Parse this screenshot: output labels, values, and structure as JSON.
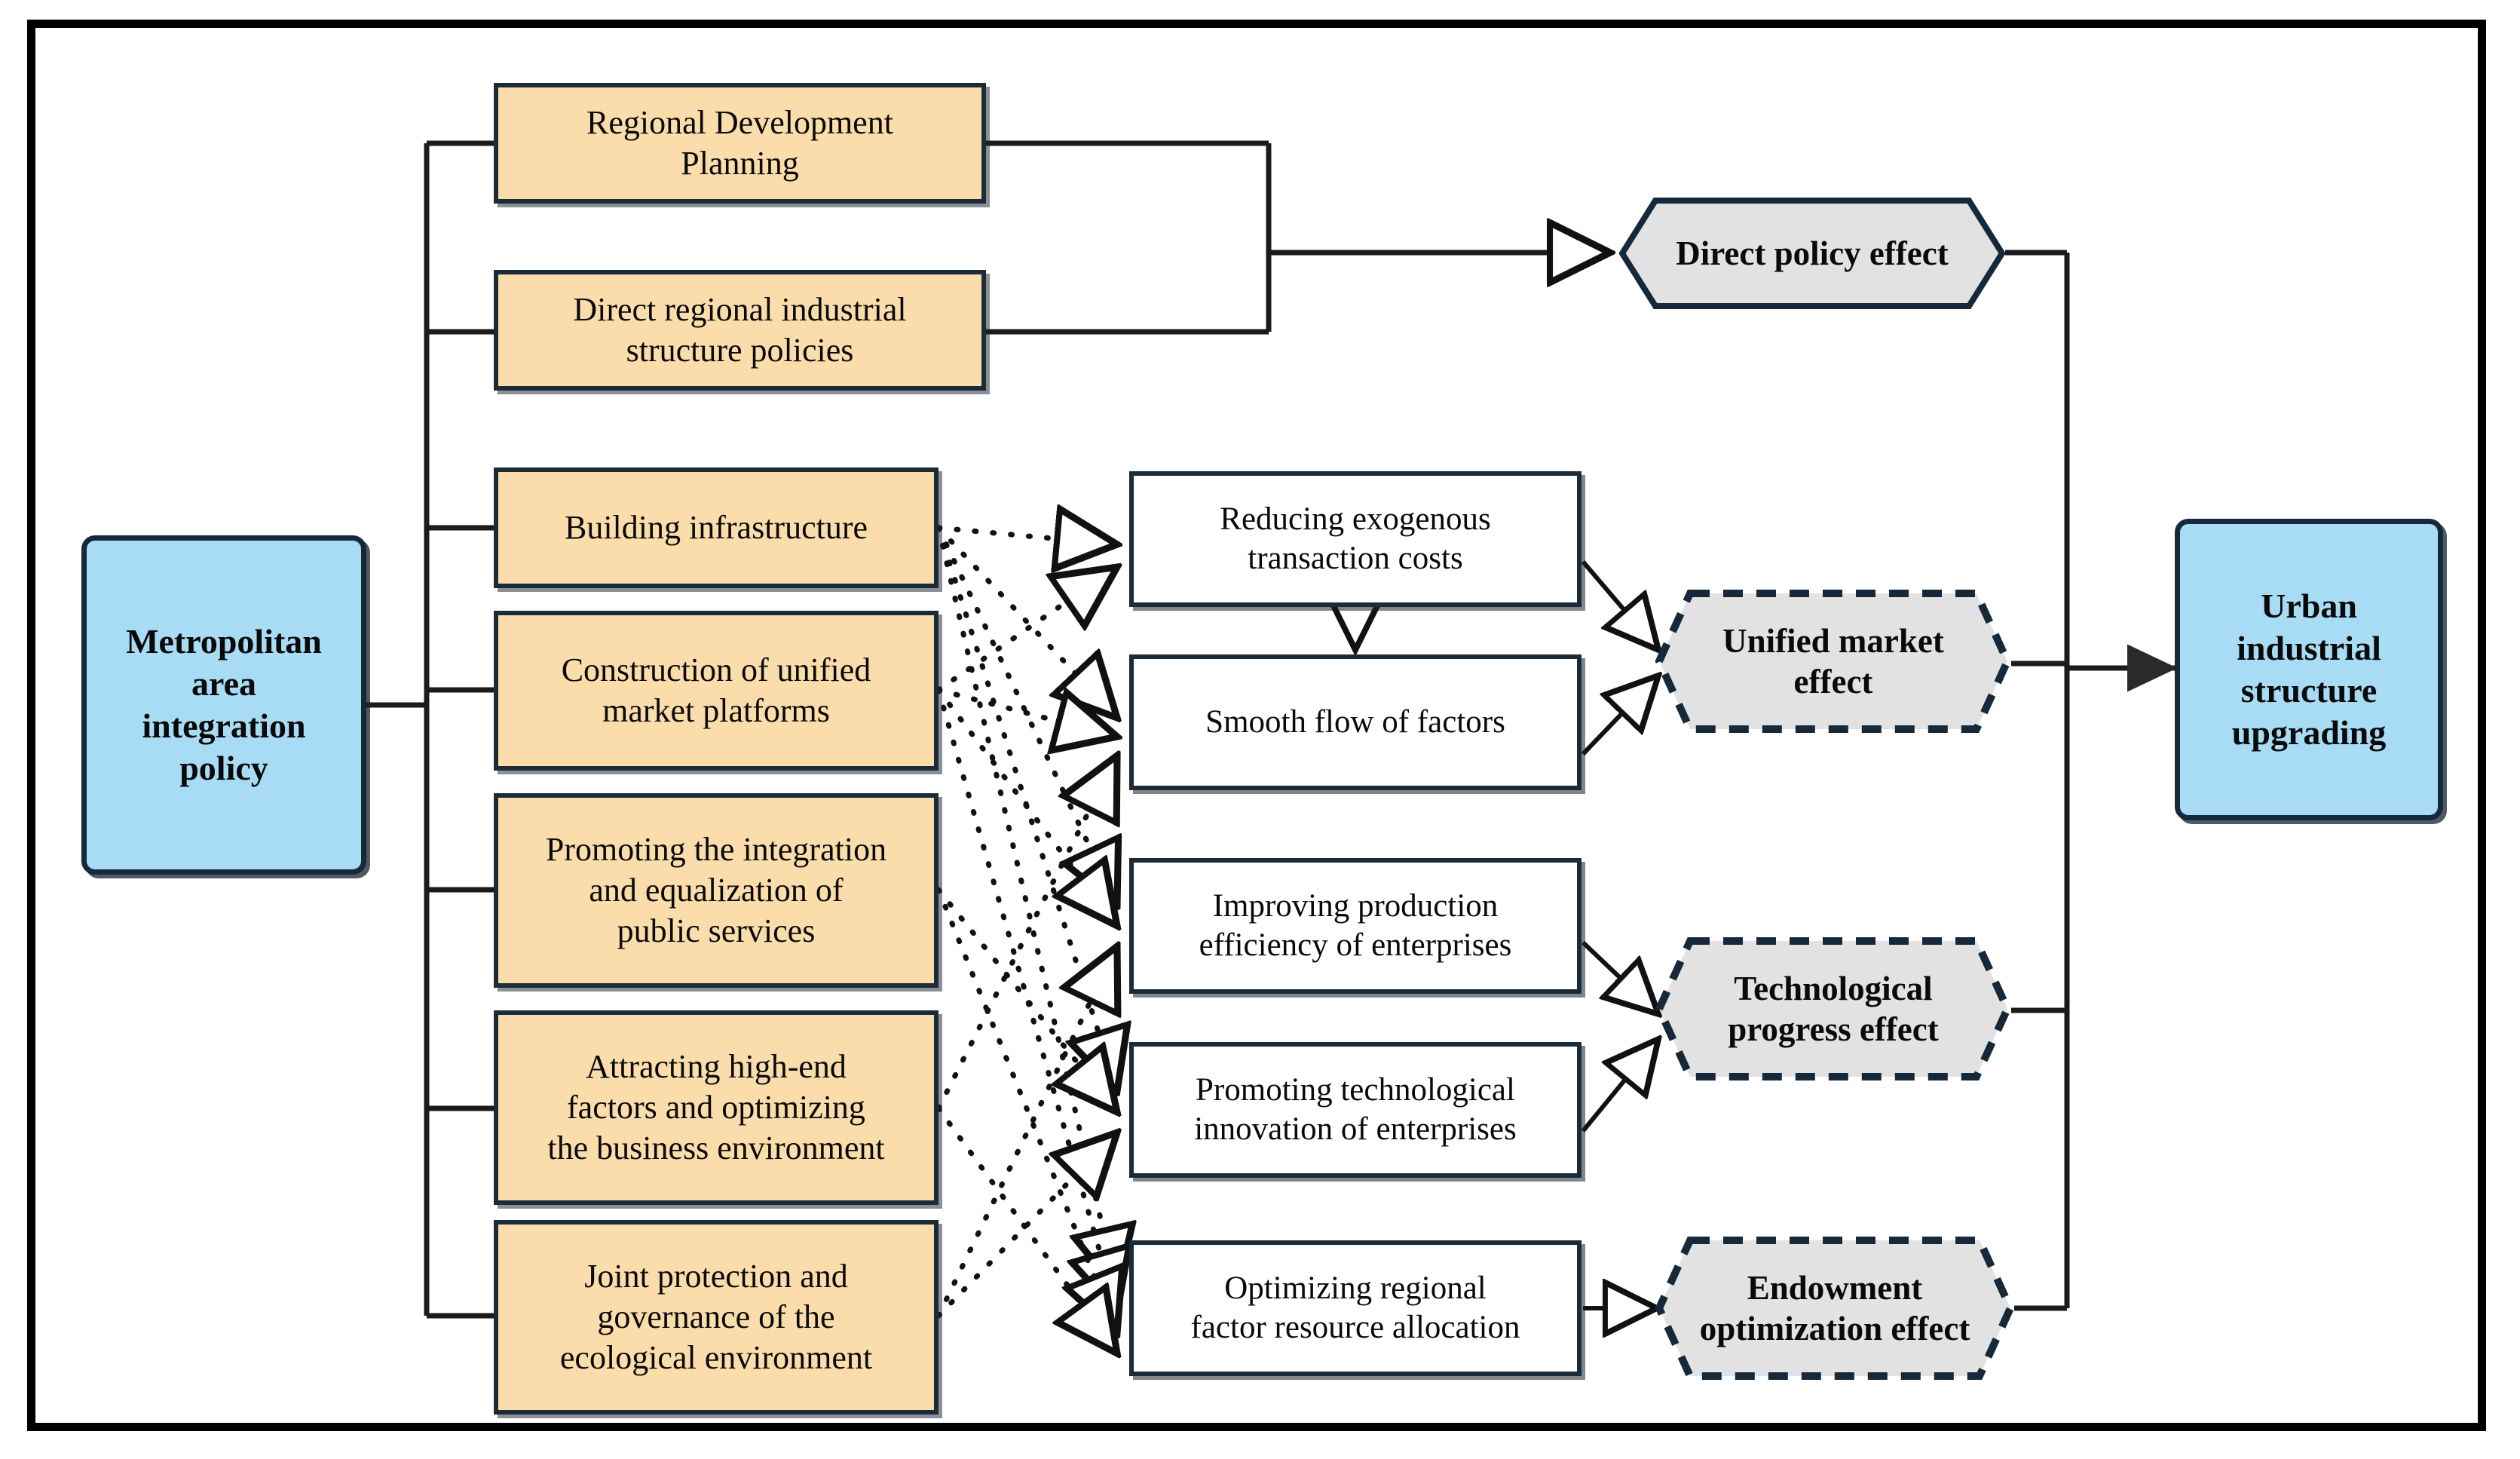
{
  "diagram": {
    "title": "Metropolitan area integration policy mechanism diagram",
    "colors": {
      "blue_fill": "#a8dcf5",
      "orange_fill": "#fbddac",
      "white_fill": "#ffffff",
      "gray_fill": "#e2e2e2",
      "outline": "#1b2b38",
      "frame": "#000000"
    }
  },
  "source_node": {
    "label": "Metropolitan\narea\nintegration\npolicy",
    "lines": [
      "Metropolitan",
      "area",
      "integration",
      "policy"
    ],
    "shape": "rounded-rectangle",
    "fill": "#a8dcf5"
  },
  "outcome_node": {
    "label": "Urban industrial structure upgrading",
    "lines": [
      "Urban",
      "industrial",
      "structure",
      "upgrading"
    ],
    "shape": "rounded-rectangle",
    "fill": "#a8dcf5"
  },
  "policy_instruments": [
    {
      "id": "regional-development-planning",
      "lines": [
        "Regional Development",
        "Planning"
      ]
    },
    {
      "id": "direct-regional-industrial-structure-policies",
      "lines": [
        "Direct regional industrial",
        "structure policies"
      ]
    },
    {
      "id": "building-infrastructure",
      "lines": [
        "Building infrastructure"
      ]
    },
    {
      "id": "construction-of-unified-market-platforms",
      "lines": [
        "Construction of unified",
        "market platforms"
      ]
    },
    {
      "id": "promoting-the-integration-and-equalization-of-public-services",
      "lines": [
        "Promoting the integration",
        "and equalization of",
        "public services"
      ]
    },
    {
      "id": "attracting-high-end-factors-and-optimizing-the-business-environment",
      "lines": [
        "Attracting high-end",
        "factors and optimizing",
        "the business environment"
      ]
    },
    {
      "id": "joint-protection-and-governance-of-the-ecological-environment",
      "lines": [
        "Joint protection and",
        "governance of the",
        "ecological environment"
      ]
    }
  ],
  "mechanisms": [
    {
      "id": "reducing-exogenous-transaction-costs",
      "lines": [
        "Reducing exogenous",
        "transaction costs"
      ]
    },
    {
      "id": "smooth-flow-of-factors",
      "lines": [
        "Smooth flow of factors"
      ]
    },
    {
      "id": "improving-production-efficiency-of-enterprises",
      "lines": [
        "Improving  production",
        "efficiency of enterprises"
      ]
    },
    {
      "id": "promoting-technological-innovation-of-enterprises",
      "lines": [
        "Promoting technological",
        "innovation of enterprises"
      ]
    },
    {
      "id": "optimizing-regional-factor-resource-allocation",
      "lines": [
        "Optimizing regional",
        "factor resource allocation"
      ]
    }
  ],
  "effects": [
    {
      "id": "direct-policy-effect",
      "lines": [
        "Direct policy effect"
      ],
      "border_style": "solid",
      "fill": "#e2e2e2"
    },
    {
      "id": "unified-market-effect",
      "lines": [
        "Unified market",
        "effect"
      ],
      "border_style": "dashed",
      "fill": "#e2e2e2"
    },
    {
      "id": "technological-progress-effect",
      "lines": [
        "Technological",
        "progress effect"
      ],
      "border_style": "dashed",
      "fill": "#e2e2e2"
    },
    {
      "id": "endowment-optimization-effect",
      "lines": [
        "Endowment",
        "optimization effect"
      ],
      "border_style": "dashed",
      "fill": "#e2e2e2"
    }
  ],
  "edges": {
    "solid_tree_left": "Metropolitan area integration policy branches to all seven policy instruments",
    "solid_top": "Regional Development Planning and Direct regional industrial structure policies merge into Direct policy effect",
    "dotted_links": [
      {
        "from": "building-infrastructure",
        "to": "reducing-exogenous-transaction-costs"
      },
      {
        "from": "building-infrastructure",
        "to": "smooth-flow-of-factors"
      },
      {
        "from": "building-infrastructure",
        "to": "improving-production-efficiency-of-enterprises"
      },
      {
        "from": "building-infrastructure",
        "to": "promoting-technological-innovation-of-enterprises"
      },
      {
        "from": "building-infrastructure",
        "to": "optimizing-regional-factor-resource-allocation"
      },
      {
        "from": "construction-of-unified-market-platforms",
        "to": "reducing-exogenous-transaction-costs"
      },
      {
        "from": "construction-of-unified-market-platforms",
        "to": "smooth-flow-of-factors"
      },
      {
        "from": "construction-of-unified-market-platforms",
        "to": "improving-production-efficiency-of-enterprises"
      },
      {
        "from": "construction-of-unified-market-platforms",
        "to": "optimizing-regional-factor-resource-allocation"
      },
      {
        "from": "promoting-the-integration-and-equalization-of-public-services",
        "to": "promoting-technological-innovation-of-enterprises"
      },
      {
        "from": "promoting-the-integration-and-equalization-of-public-services",
        "to": "optimizing-regional-factor-resource-allocation"
      },
      {
        "from": "attracting-high-end-factors-and-optimizing-the-business-environment",
        "to": "smooth-flow-of-factors"
      },
      {
        "from": "attracting-high-end-factors-and-optimizing-the-business-environment",
        "to": "optimizing-regional-factor-resource-allocation"
      },
      {
        "from": "joint-protection-and-governance-of-the-ecological-environment",
        "to": "improving-production-efficiency-of-enterprises"
      },
      {
        "from": "joint-protection-and-governance-of-the-ecological-environment",
        "to": "promoting-technological-innovation-of-enterprises"
      }
    ],
    "internal": [
      {
        "from": "reducing-exogenous-transaction-costs",
        "to": "smooth-flow-of-factors",
        "style": "solid-hollow-arrow"
      }
    ],
    "mechanism_to_effect": [
      {
        "from": "reducing-exogenous-transaction-costs",
        "to": "unified-market-effect"
      },
      {
        "from": "smooth-flow-of-factors",
        "to": "unified-market-effect"
      },
      {
        "from": "improving-production-efficiency-of-enterprises",
        "to": "technological-progress-effect"
      },
      {
        "from": "promoting-technological-innovation-of-enterprises",
        "to": "technological-progress-effect"
      },
      {
        "from": "optimizing-regional-factor-resource-allocation",
        "to": "endowment-optimization-effect"
      }
    ],
    "effects_to_outcome": "All four effect nodes merge into Urban industrial structure upgrading"
  }
}
